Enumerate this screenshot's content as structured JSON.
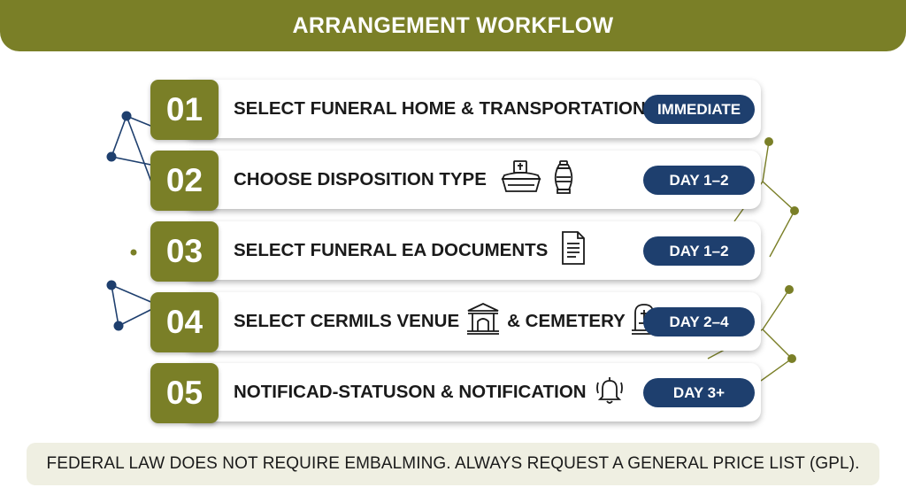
{
  "header": {
    "title": "ARRANGEMENT WORKFLOW"
  },
  "steps": [
    {
      "number": "01",
      "label": "SELECT FUNERAL HOME & TRANSPORTATION",
      "badge": "IMMEDIATE",
      "icons": []
    },
    {
      "number": "02",
      "label": "CHOOSE DISPOSITION TYPE",
      "badge": "DAY 1–2",
      "icons": [
        "casket-icon",
        "urn-icon"
      ]
    },
    {
      "number": "03",
      "label": "SELECT FUNERAL EA DOCUMENTS",
      "badge": "DAY 1–2",
      "icons": [
        "document-icon"
      ]
    },
    {
      "number": "04",
      "label_part1": "SELECT CERMILS VENUE",
      "label_part2": "& CEMETERY",
      "badge": "DAY 2–4",
      "icons": [
        "building-icon",
        "gravestone-icon"
      ]
    },
    {
      "number": "05",
      "label": "NOTIFICAD-STATUSON & NOTIFICATION",
      "badge": "DAY 3+",
      "icons": [
        "bell-icon"
      ]
    }
  ],
  "footer": {
    "text": "FEDERAL LAW DOES NOT REQUIRE EMBALMING. ALWAYS REQUEST A GENERAL PRICE LIST (GPL)."
  },
  "colors": {
    "olive": "#7a7f27",
    "navy": "#1e3f6e",
    "footer_bg": "#efefe2"
  }
}
